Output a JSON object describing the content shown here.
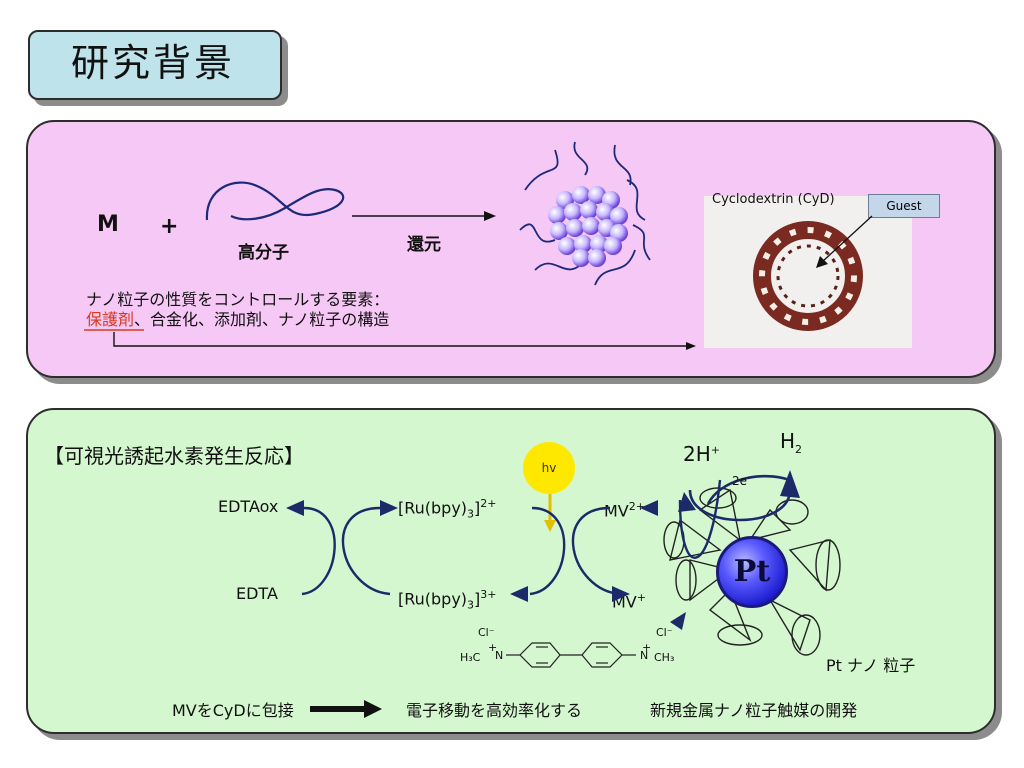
{
  "title": "研究背景",
  "panel1": {
    "metal": "M",
    "plus": "+",
    "polymer": "高分子",
    "reduction": "還元",
    "elements_title": "ナノ粒子の性質をコントロールする要素：",
    "elements_highlight": "保護剤",
    "elements_rest": "、合金化、添加剤、ナノ粒子の構造",
    "cyd_label": "Cyclodextrin (CyD)",
    "guest_label": "Guest"
  },
  "panel2": {
    "heading": "【可視光誘起水素発生反応】",
    "edta_ox": "EDTAox",
    "edta": "EDTA",
    "ru2_main": "[Ru(bpy)",
    "ru2_sub": "3",
    "ru2_end": "]",
    "ru2_sup": "2+",
    "ru3_main": "[Ru(bpy)",
    "ru3_sub": "3",
    "ru3_end": "]",
    "ru3_sup": "3+",
    "hv": "hv",
    "mv2_main": "MV",
    "mv2_sup": "2+",
    "mv1_main": "MV",
    "mv1_sup": "+",
    "h_plus_main": "2H",
    "h_plus_sup": "+",
    "h2_main": "H",
    "h2_sub": "2",
    "electrons_main": "2e",
    "electrons_sup": "-",
    "pt": "Pt",
    "pt_nano": "Pt ナノ 粒子",
    "cl1": "Cl⁻",
    "cl2": "Cl⁻",
    "h3c": "H₃C",
    "ch3": "CH₃",
    "n_plus": "+",
    "n_label": "N",
    "bottom_left": "MVをCyDに包接",
    "bottom_mid": "電子移動を高効率化する",
    "bottom_right": "新規金属ナノ粒子触媒の開発"
  }
}
